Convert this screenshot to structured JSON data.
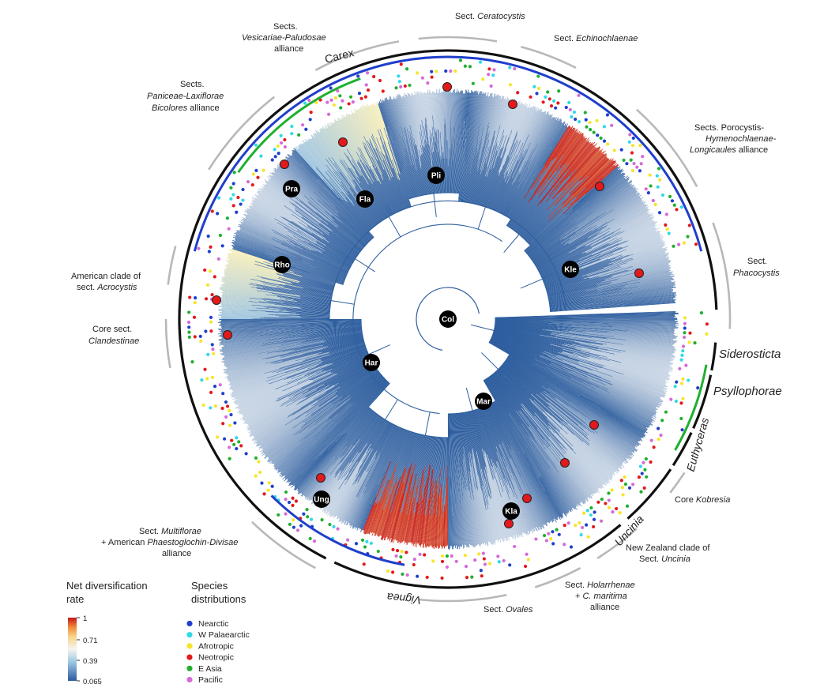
{
  "colors": {
    "branch_low": "#2f5f9f",
    "branch_mid": "#9cc3e0",
    "branch_pale": "#e8eef3",
    "rate_high": "#c3161a",
    "rate_orange": "#e8823a",
    "rate_pale_yellow": "#f7eeb8",
    "node_fill": "#000000",
    "shift_marker": "#e3191c",
    "subgenus_arc": "#111111",
    "section_arc": "#b8b8b8"
  },
  "subgenera": {
    "carex": "Carex",
    "vignea": "Vignea",
    "siderosticta": "Siderosticta",
    "psyllophorae": "Psyllophorae",
    "euthyceras": "Euthyceras",
    "uncinia": "Uncinia"
  },
  "sections": {
    "ceratocystis": {
      "pre": "Sect. ",
      "it": "Ceratocystis"
    },
    "echinochlaenae": {
      "pre": "Sect. ",
      "it": "Echinochlaenae"
    },
    "porocystis": {
      "l1": "Sects. Porocystis-",
      "l2": "Hymenochlaenae-",
      "l3it": "Longicaules",
      "l3": " alliance"
    },
    "phacocystis": {
      "l1": "Sect.",
      "l2it": "Phacocystis"
    },
    "core_kobresia": {
      "pre": "Core ",
      "it": "Kobresia"
    },
    "nz_uncinia": {
      "l1": "New Zealand clade of",
      "l2pre": "Sect. ",
      "l2it": "Uncinia"
    },
    "holarrhenae": {
      "l1pre": "Sect. ",
      "l1it": "Holarrhenae",
      "l2pre": "+ ",
      "l2it": "C. maritima",
      "l3": "alliance"
    },
    "ovales": {
      "pre": "Sect. ",
      "it": "Ovales"
    },
    "multiflorae": {
      "l1pre": "Sect. ",
      "l1it": "Multiflorae",
      "l2pre": "+ American ",
      "l2it": "Phaestoglochin-Divisae",
      "l3": "alliance"
    },
    "clandestinae": {
      "l1": "Core sect.",
      "l2it": "Clandestinae"
    },
    "acrocystis": {
      "l1": "American clade of",
      "l2pre": "sect. ",
      "l2it": "Acrocystis"
    },
    "paniceae": {
      "l1": "Sects.",
      "l2it": "Paniceae-Laxiflorae",
      "l3it": "Bicolores",
      "l3": " alliance"
    },
    "vesicariae": {
      "l1": "Sects.",
      "l2it": "Vesicariae-Paludosae",
      "l3": "alliance"
    }
  },
  "nodes": {
    "col": "Col",
    "har": "Har",
    "mar": "Mar",
    "kle": "Kle",
    "pli": "Pli",
    "fla": "Fla",
    "pra": "Pra",
    "rho": "Rho",
    "ung": "Ung",
    "kla": "Kla"
  },
  "legend_rate": {
    "title_1": "Net diversification",
    "title_2": "rate",
    "ticks": [
      "1",
      "0.71",
      "0.39",
      "0.065"
    ]
  },
  "legend_dist": {
    "title_1": "Species",
    "title_2": "distributions",
    "items": [
      {
        "label": "Nearctic",
        "color": "#1f3fcc"
      },
      {
        "label": "W Palaearctic",
        "color": "#2fd9e8"
      },
      {
        "label": "Afrotropic",
        "color": "#f5e52a"
      },
      {
        "label": "Neotropic",
        "color": "#e3191c"
      },
      {
        "label": "E Asia",
        "color": "#1fb02f"
      },
      {
        "label": "Pacific",
        "color": "#d66ad8"
      }
    ]
  }
}
